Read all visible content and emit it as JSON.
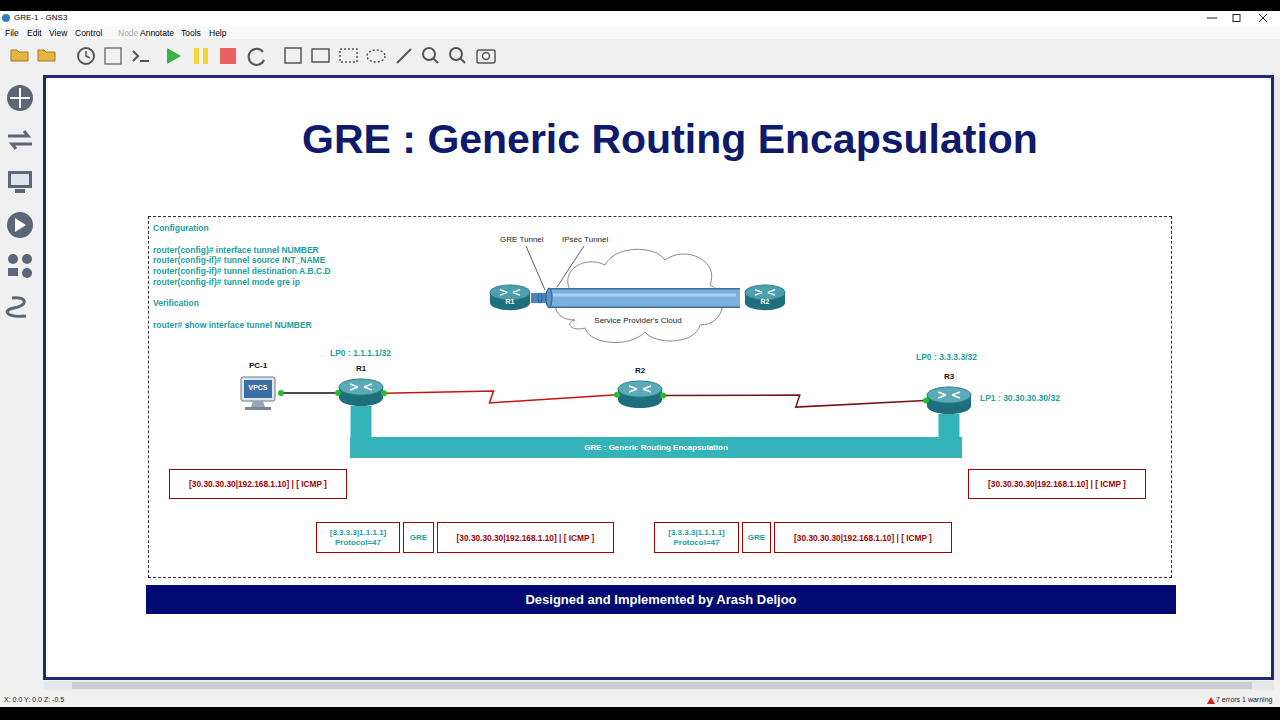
{
  "diagram": {
    "title": "GRE : Generic Routing Encapsulation",
    "nodes": [
      {
        "text": [
          "Configuration",
          "router(config)# interface tunnel NUMBER",
          "router(config-if)# tunnel source INT_NAME",
          "router(config-if)# tunnel destination A.B.C.D",
          "router(config-if)# tunnel mode gre ip",
          "Verification",
          "router# show interface tunnel NUMBER"
        ]
      },
      {
        "text": [
          "Service Provider's Cloud"
        ],
        "in": 0
      },
      {
        "text": [
          "R1"
        ],
        "in": 0
      },
      {
        "text": [
          "R2"
        ],
        "in": 0
      },
      {
        "text": [
          "PC-1",
          "VPCS"
        ],
        "in": 0
      },
      {
        "text": [
          "R1"
        ],
        "in": 0
      },
      {
        "text": [
          "R2"
        ],
        "in": 0
      },
      {
        "text": [
          "R3"
        ],
        "in": 0
      },
      {
        "text": [
          "GRE : Generic Routing Encapsulation"
        ],
        "in": 0
      },
      {
        "text": [
          "[30.30.30.30|192.168.1.10] | [ ICMP ]"
        ],
        "in": 0
      },
      {
        "text": [
          "[30.30.30.30|192.168.1.10] | [ ICMP ]"
        ],
        "in": 0
      },
      {
        "text": [
          "[3.3.3.3|1.1.1.1] Protocol=47"
        ],
        "in": 0
      },
      {
        "text": [
          "GRE"
        ],
        "in": 0
      },
      {
        "text": [
          "[30.30.30.30|192.168.1.10] | [ ICMP ]"
        ],
        "in": 0
      },
      {
        "text": [
          "[3.3.3.3|1.1.1.1] Protocol=47"
        ],
        "in": 0
      },
      {
        "text": [
          "GRE"
        ],
        "in": 0
      },
      {
        "text": [
          "[30.30.30.30|192.168.1.10] | [ ICMP ]"
        ],
        "in": 0
      },
      {
        "text": [
          "Designed and Implemented by Arash Deljoo"
        ]
      }
    ],
    "edges": [
      {
        "from": 2,
        "to": 3,
        "arrow": "none"
      },
      {
        "from": 4,
        "to": 5,
        "arrow": "none"
      },
      {
        "from": 5,
        "to": 6,
        "arrow": "none"
      },
      {
        "from": 6,
        "to": 7,
        "arrow": "none"
      },
      {
        "from": 5,
        "to": 8,
        "arrow": "none"
      },
      {
        "from": 7,
        "to": 8,
        "arrow": "none"
      }
    ],
    "labels": [
      "GRE-1 - GNS3",
      "File",
      "Edit",
      "View",
      "Control",
      "Node",
      "Annotate",
      "Tools",
      "Help",
      "GRE Tunnel",
      "IPsec Tunnel",
      "LP0 : 1.1.1.1/32",
      "LP0 : 3.3.3.3/32",
      "LP1 : 30.30.30.30/32",
      "X: 0.0 Y: 0.0 Z: -0.5",
      "7 errors 1 warning"
    ]
  }
}
